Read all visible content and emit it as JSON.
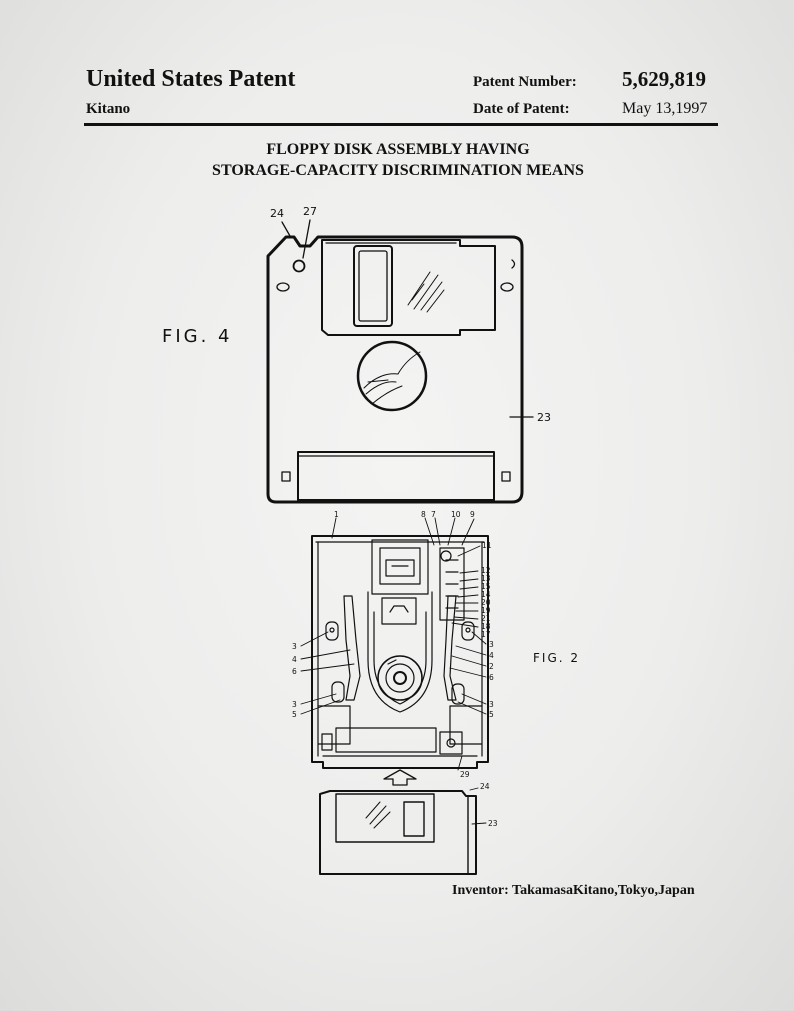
{
  "header": {
    "title": "United States Patent",
    "inventor_short": "Kitano",
    "patent_number_label": "Patent Number:",
    "patent_number": "5,629,819",
    "date_label": "Date of Patent:",
    "date": "May 13,1997"
  },
  "doc_title": {
    "line1": "FLOPPY DISK ASSEMBLY HAVING",
    "line2": "STORAGE-CAPACITY DISCRIMINATION MEANS"
  },
  "figures": {
    "fig4": {
      "label": "FIG. 4",
      "refs": {
        "r24": "24",
        "r27": "27",
        "r23": "23"
      }
    },
    "fig2": {
      "label": "FIG. 2",
      "refs": {
        "r1": "1",
        "r8": "8",
        "r7": "7",
        "r10": "10",
        "r9": "9",
        "r11": "11",
        "r12": "12",
        "r13": "13",
        "r15": "15",
        "r14": "14",
        "r20": "20",
        "r19": "19",
        "r21": "21",
        "r18": "18",
        "r17": "17",
        "r3": "3",
        "r4": "4",
        "r6": "6",
        "r2": "2",
        "r5": "5",
        "r29": "29",
        "r24": "24",
        "r23": "23"
      }
    }
  },
  "footer": {
    "inventor_line": "Inventor: TakamasaKitano,Tokyo,Japan"
  }
}
